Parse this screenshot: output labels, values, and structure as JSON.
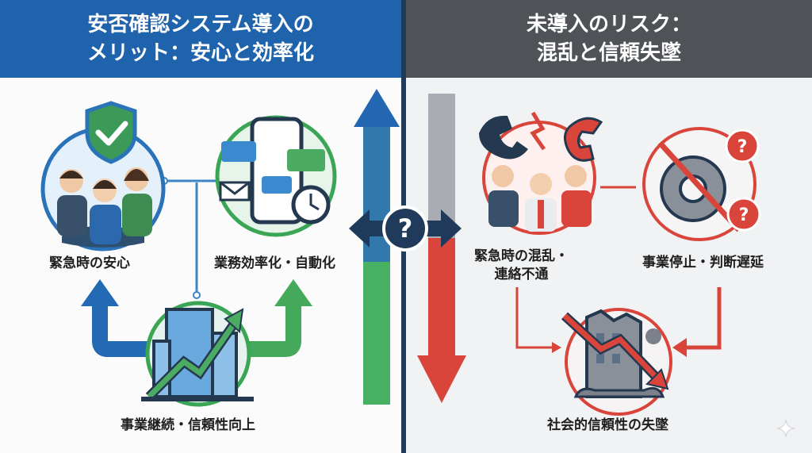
{
  "left": {
    "title_line1": "安否確認システム導入の",
    "title_line2": "メリット：安心と効率化",
    "items": {
      "peace": "緊急時の安心",
      "efficiency": "業務効率化・自動化",
      "continuity": "事業継続・信頼性向上"
    }
  },
  "right": {
    "title_line1": "未導入のリスク：",
    "title_line2": "混乱と信頼失墜",
    "items": {
      "confusion_line1": "緊急時の混乱・",
      "confusion_line2": "連絡不通",
      "halt": "事業停止・判断遅延",
      "trust_loss": "社会的信頼性の失墜"
    }
  },
  "center": {
    "symbol": "?"
  },
  "colors": {
    "left_header": "#1f63ad",
    "right_header": "#4f5257",
    "blue": "#1f6db5",
    "green": "#3aa655",
    "red": "#d9453b",
    "navy": "#1f3a5a"
  }
}
